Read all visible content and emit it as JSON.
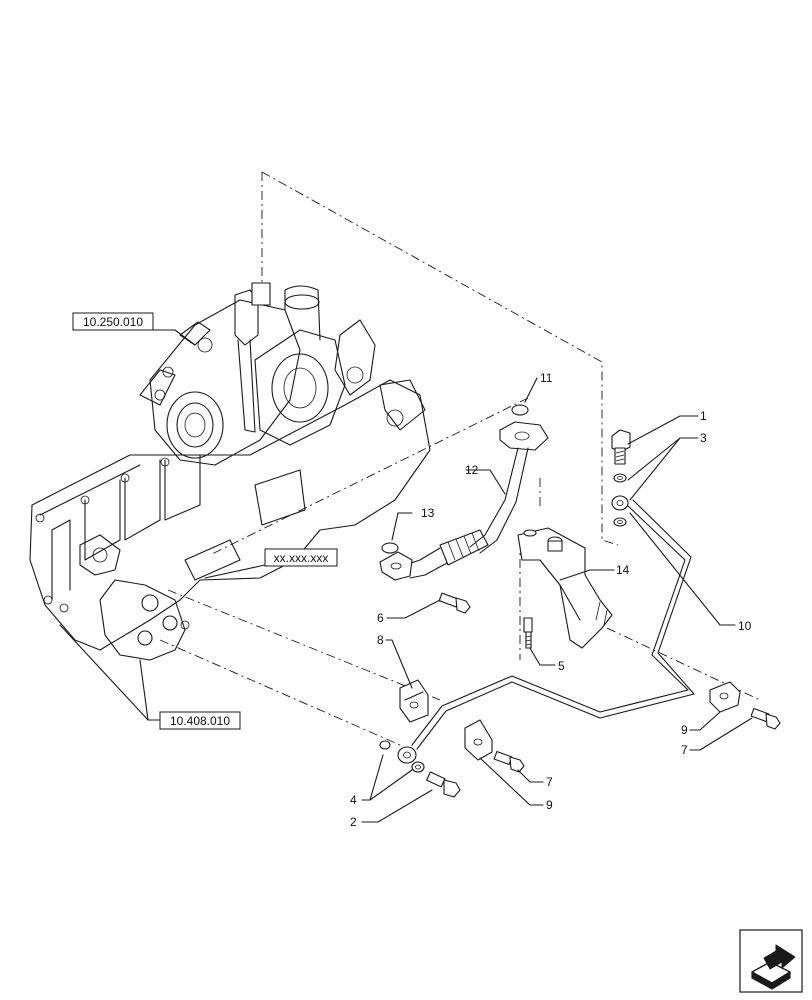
{
  "references": {
    "turbo": "10.250.010",
    "block": "xx.xxx.xxx",
    "pump": "10.408.010"
  },
  "callouts": {
    "c1": "1",
    "c2": "2",
    "c3": "3",
    "c4": "4",
    "c5": "5",
    "c6": "6",
    "c7a": "7",
    "c7b": "7",
    "c8": "8",
    "c9a": "9",
    "c9b": "9",
    "c10": "10",
    "c11": "11",
    "c12": "12",
    "c13": "13",
    "c14": "14"
  },
  "icons": {
    "nav": "navigation-arrow-icon"
  }
}
